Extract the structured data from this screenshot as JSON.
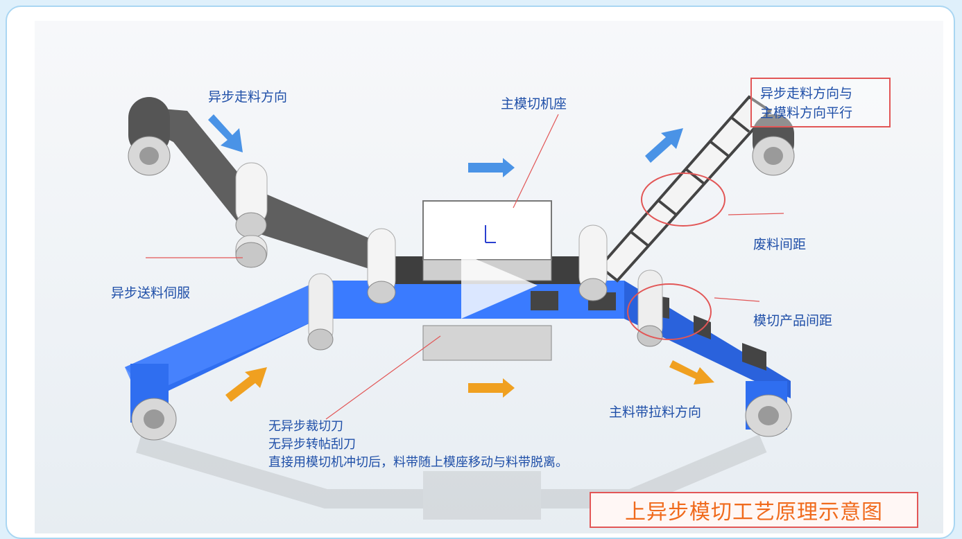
{
  "labels": {
    "async_feed_direction": "异步走料方向",
    "main_die_base": "主模切机座",
    "async_parallel_line1": "异步走料方向与",
    "async_parallel_line2": "主模料方向平行",
    "waste_spacing": "废料间距",
    "async_feed_servo": "异步送料伺服",
    "die_cut_product_spacing": "模切产品间距",
    "main_belt_pull_direction": "主料带拉料方向",
    "note_line1": "无异步裁切刀",
    "note_line2": "无异步转帖刮刀",
    "note_line3": "直接用模切机冲切后，料带随上模座移动与料带脱离。",
    "diagram_title": "上异步模切工艺原理示意图"
  },
  "colors": {
    "label_text": "#1f4fa8",
    "highlight_red": "#e25656",
    "title_orange": "#f06a1c",
    "main_belt_blue": "#2f6ef0",
    "async_belt_gray": "#5a5a5a",
    "arrow_blue": "#4a93e6",
    "arrow_orange": "#f0a020"
  },
  "icons": {
    "play": "play-icon"
  }
}
